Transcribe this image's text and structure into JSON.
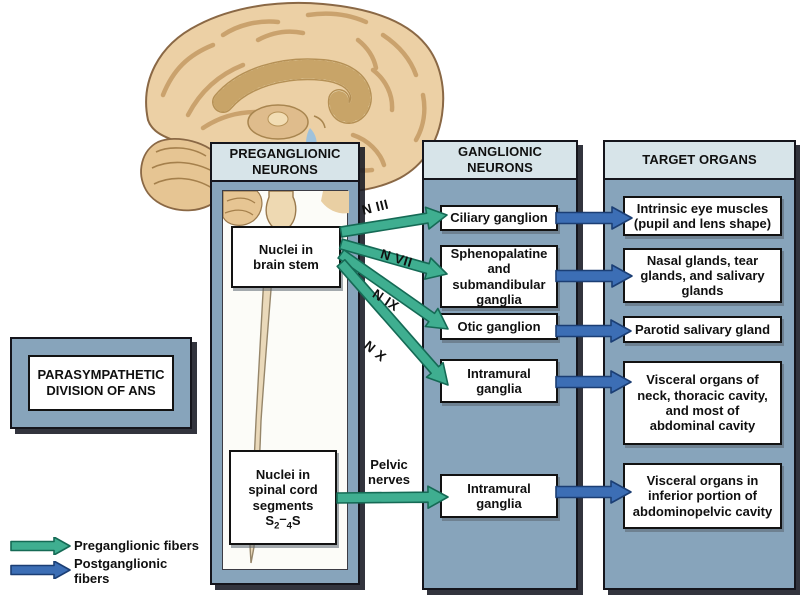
{
  "colors": {
    "panel_blue": "#87a4bb",
    "header_light": "#d7e4e9",
    "preganglionic_teal": "#3fae90",
    "teal_edge": "#156a55",
    "postganglionic_blue": "#3c6eb5",
    "blue_edge": "#1b3e74"
  },
  "title_box": {
    "label": "PARASYMPATHETIC DIVISION OF ANS"
  },
  "columns": {
    "preganglionic": {
      "header": "PREGANGLIONIC NEURONS",
      "brain_stem_box": "Nuclei in brain stem",
      "spinal_box": {
        "line1": "Nuclei in",
        "line2": "spinal cord",
        "line3": "segments",
        "seg": {
          "s1": "S",
          "sub1": "2",
          "dash": "–",
          "sub2": "4",
          "s2": "S"
        }
      }
    },
    "ganglionic": {
      "header": "GANGLIONIC NEURONS",
      "ganglia": [
        "Ciliary ganglion",
        "Sphenopalatine and submandibular ganglia",
        "Otic ganglion",
        "Intramural ganglia",
        "Intramural ganglia"
      ]
    },
    "target": {
      "header": "TARGET ORGANS",
      "organs": [
        "Intrinsic eye muscles (pupil and lens shape)",
        "Nasal glands, tear glands, and salivary glands",
        "Parotid salivary gland",
        "Visceral organs of neck, thoracic cavity, and most of abdominal cavity",
        "Visceral organs in inferior portion of abdominopelvic cavity"
      ]
    }
  },
  "nerve_labels": {
    "n3": "N III",
    "n7": "N VII",
    "n9": "N IX",
    "n10": "N X",
    "pelvic": "Pelvic nerves"
  },
  "legend": {
    "preganglionic": {
      "label": "Preganglionic fibers",
      "color": "#3fae90"
    },
    "postganglionic": {
      "label": "Postganglionic fibers",
      "color": "#3c6eb5"
    }
  }
}
